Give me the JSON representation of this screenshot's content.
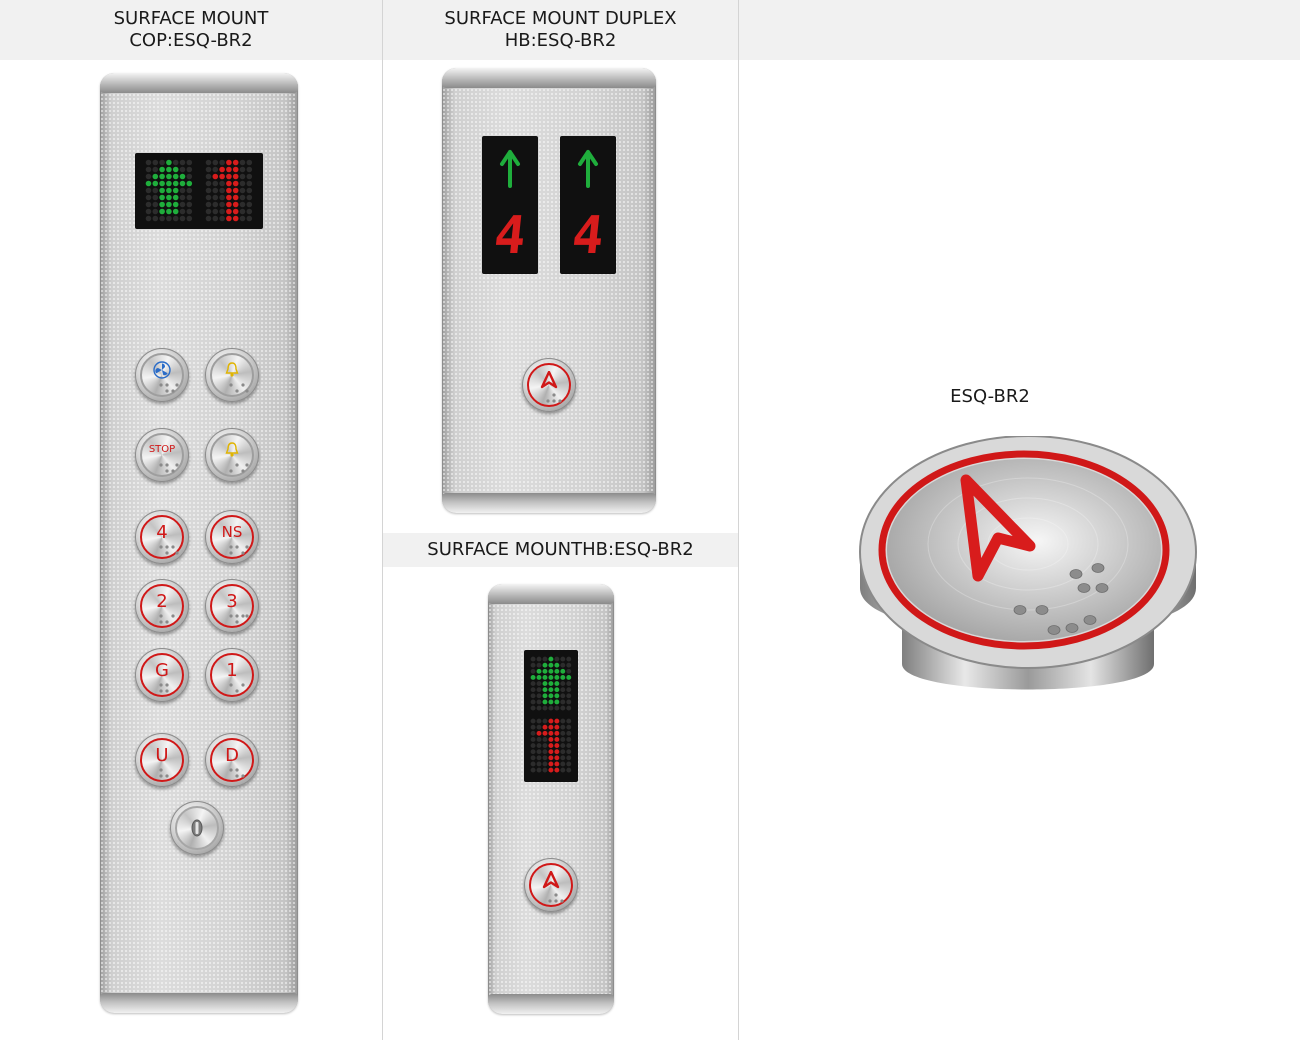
{
  "headers": {
    "cop": [
      "SURFACE MOUNT",
      "COP:ESQ-BR2"
    ],
    "duplex": [
      "SURFACE MOUNT DUPLEX",
      "HB:ESQ-BR2"
    ],
    "hb": "SURFACE MOUNTHB:ESQ-BR2",
    "button": "ESQ-BR2"
  },
  "cop_display": {
    "arrow": "up-arrow-icon",
    "floor": "1"
  },
  "duplex_display": [
    {
      "arrow": "up-arrow-icon",
      "floor": "4"
    },
    {
      "arrow": "up-arrow-icon",
      "floor": "4"
    }
  ],
  "hb_display": {
    "arrow": "up-arrow-icon",
    "floor": "1"
  },
  "cop_buttons": [
    {
      "label": "",
      "icon": "fan-icon"
    },
    {
      "label": "",
      "icon": "bell-icon"
    },
    {
      "label": "STOP",
      "icon": ""
    },
    {
      "label": "",
      "icon": "bell-icon"
    },
    {
      "label": "4",
      "icon": ""
    },
    {
      "label": "NS",
      "icon": ""
    },
    {
      "label": "2",
      "icon": ""
    },
    {
      "label": "3",
      "icon": ""
    },
    {
      "label": "G",
      "icon": ""
    },
    {
      "label": "1",
      "icon": ""
    },
    {
      "label": "U",
      "icon": ""
    },
    {
      "label": "D",
      "icon": ""
    }
  ],
  "key_switch": {
    "icon": "key-lock-icon"
  },
  "call_button": {
    "icon": "arrow-call-icon"
  },
  "colors": {
    "accent_red": "#d01818",
    "led_green": "#1fae3c",
    "led_red": "#d81c1c",
    "display_bg": "#101010"
  }
}
